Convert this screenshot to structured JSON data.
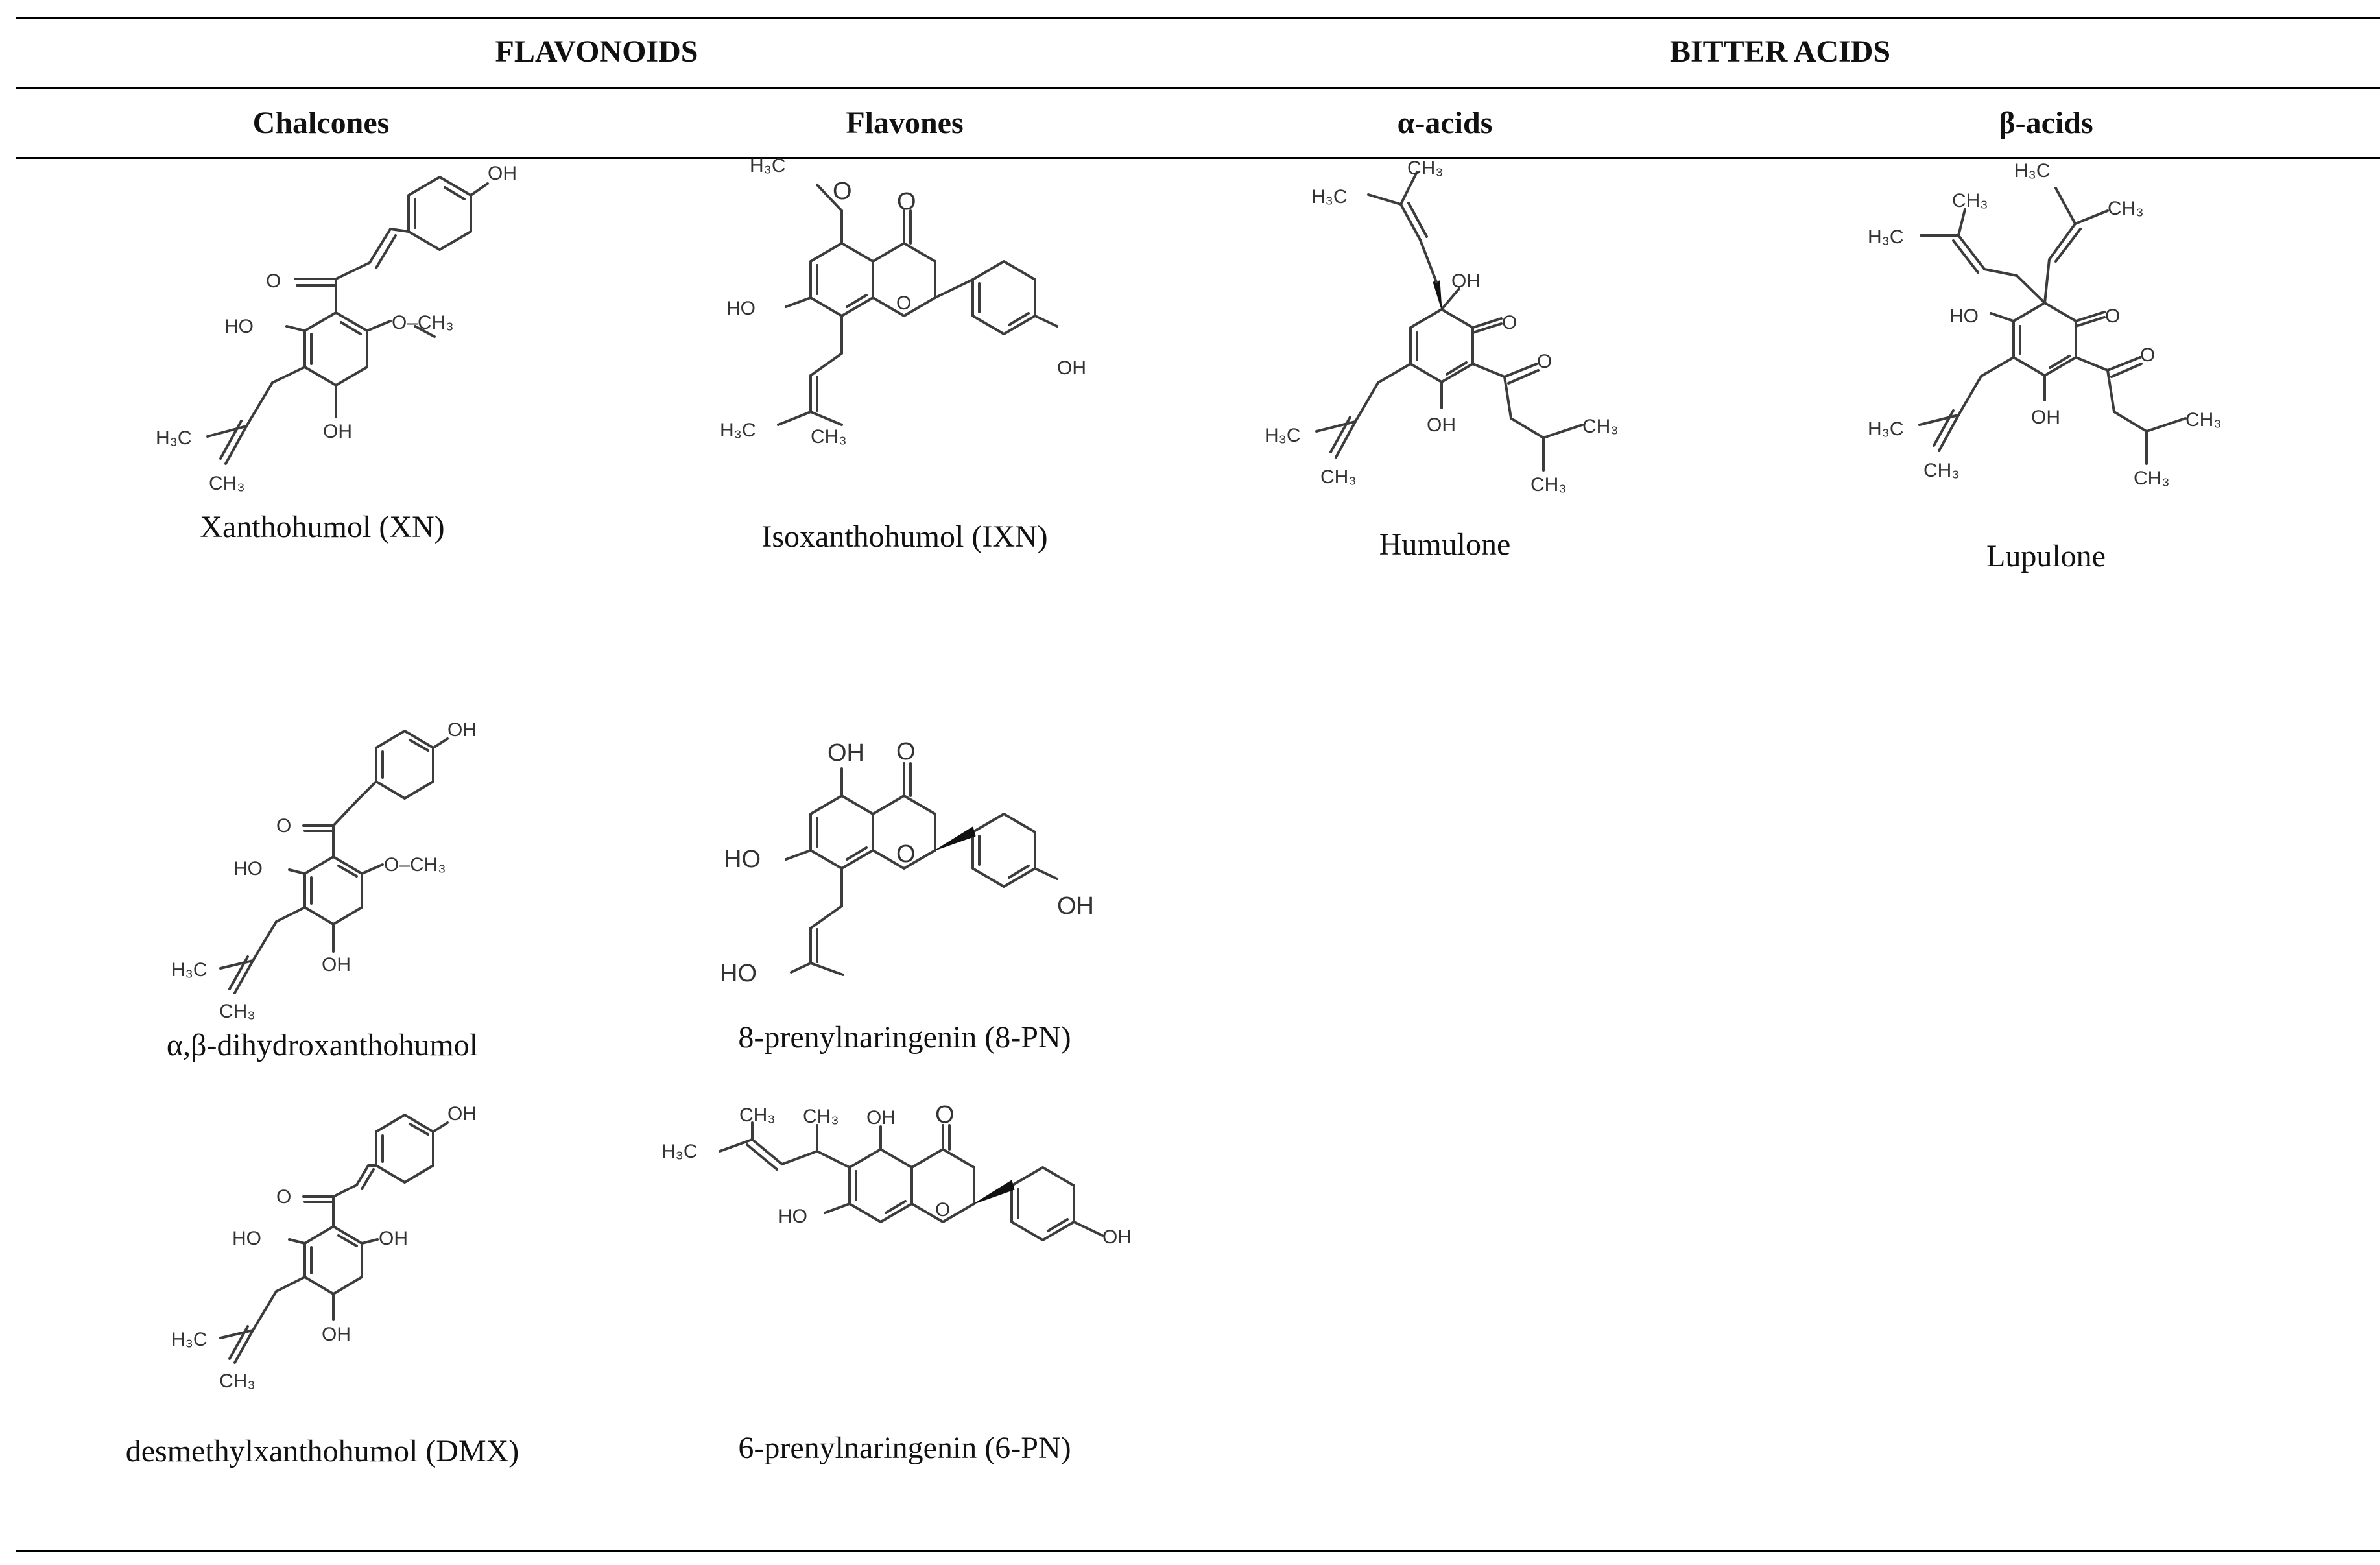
{
  "table": {
    "group_headers": [
      "FLAVONOIDS",
      "BITTER ACIDS"
    ],
    "column_headers": [
      "Chalcones",
      "Flavones",
      "α-acids",
      "β-acids"
    ]
  },
  "compounds": {
    "xanthohumol": "Xanthohumol (XN)",
    "isoxanthohumol": "Isoxanthohumol (IXN)",
    "humulone": "Humulone",
    "lupulone": "Lupulone",
    "dihydroxanthohumol": "α,β-dihydroxanthohumol",
    "prenylnaringenin8": "8-prenylnaringenin (8-PN)",
    "desmethylxanthohumol": "desmethylxanthohumol (DMX)",
    "prenylnaringenin6": "6-prenylnaringenin (6-PN)"
  },
  "atom_labels": {
    "OH": "OH",
    "HO": "HO",
    "O": "O",
    "CH3": "CH₃",
    "H3C": "H₃C",
    "OCH3": "O–CH₃"
  },
  "icons": [
    "molecule-structure"
  ]
}
